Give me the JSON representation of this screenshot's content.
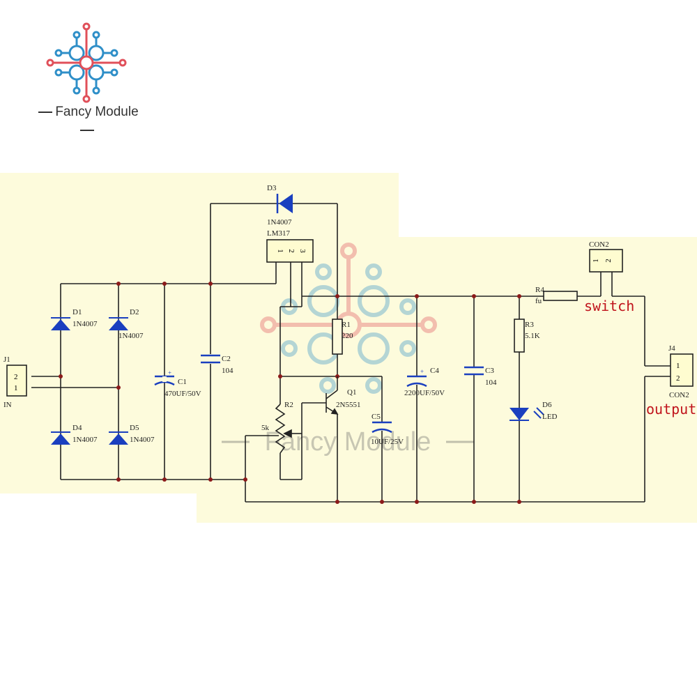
{
  "brand": {
    "name": "Fancy Module",
    "watermark": "Fancy Module",
    "colors": {
      "red": "#e0505a",
      "blue": "#2f8fc8",
      "board": "#fdfbdc",
      "wire": "#222222",
      "component": "#1a3fbf",
      "annotation": "#c0141c"
    }
  },
  "components": {
    "D1": {
      "ref": "D1",
      "value": "1N4007"
    },
    "D2": {
      "ref": "D2",
      "value": "1N4007"
    },
    "D3": {
      "ref": "D3",
      "value": "1N4007"
    },
    "D4": {
      "ref": "D4",
      "value": "1N4007"
    },
    "D5": {
      "ref": "D5",
      "value": "1N4007"
    },
    "D6": {
      "ref": "D6",
      "value": "LED"
    },
    "C1": {
      "ref": "C1",
      "value": "470UF/50V"
    },
    "C2": {
      "ref": "C2",
      "value": "104"
    },
    "C3": {
      "ref": "C3",
      "value": "104"
    },
    "C4": {
      "ref": "C4",
      "value": "2200UF/50V"
    },
    "C5": {
      "ref": "C5",
      "value": "10UF/25V"
    },
    "R1": {
      "ref": "R1",
      "value": "220"
    },
    "R2": {
      "ref": "R2",
      "value": "5k"
    },
    "R3": {
      "ref": "R3",
      "value": "5.1K"
    },
    "R4": {
      "ref": "R4",
      "value": "fu"
    },
    "Q1": {
      "ref": "Q1",
      "value": "2N5551"
    },
    "U1": {
      "value": "LM317",
      "pins": [
        "1",
        "2",
        "3"
      ]
    },
    "J1": {
      "ref": "J1",
      "value": "IN",
      "pins": [
        "2",
        "1"
      ]
    },
    "J4": {
      "ref": "J4",
      "value": "CON2",
      "pins": [
        "1",
        "2"
      ]
    },
    "CON2": {
      "ref": "CON2",
      "pins": [
        "1",
        "2"
      ]
    }
  },
  "annotations": {
    "switch": "switch",
    "output": "output"
  }
}
